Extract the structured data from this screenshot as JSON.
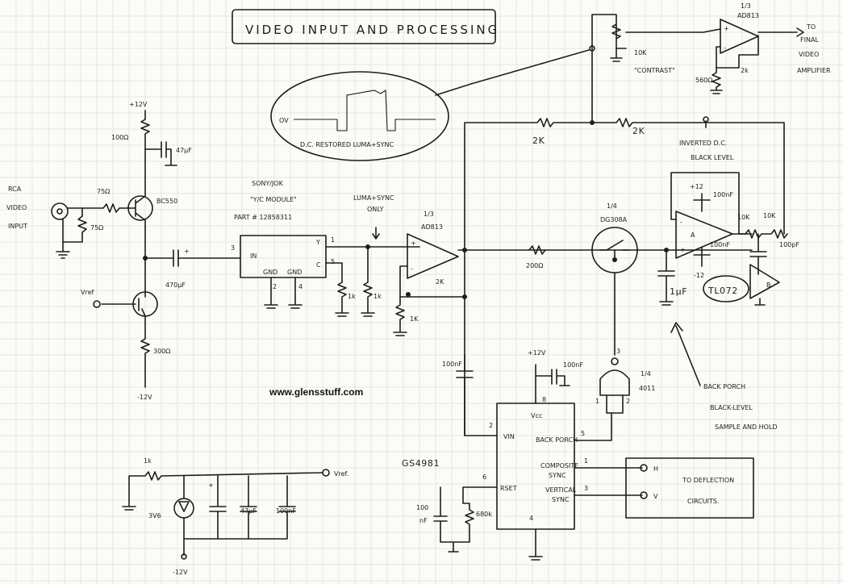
{
  "title": "VIDEO INPUT AND PROCESSING",
  "website": "www.glensstuff.com",
  "input": {
    "label_line1": "RCA",
    "label_line2": "VIDEO",
    "label_line3": "INPUT",
    "r_series": "75Ω",
    "r_shunt": "75Ω"
  },
  "supply": {
    "pos": "+12V",
    "neg": "-12V",
    "pos2": "+12V",
    "neg2": "-12V",
    "neg3": "-12V"
  },
  "q1": {
    "part": "BC550",
    "r_collector": "100Ω",
    "c_bypass": "47μF"
  },
  "q2": {
    "vref": "Vref",
    "r_emitter": "300Ω"
  },
  "coupling_cap": "470μF",
  "yc_module": {
    "title1": "SONY/JOK",
    "title2": "\"Y/C MODULE\"",
    "part": "PART # 12858311",
    "pin_in": "IN",
    "pin_y": "Y",
    "pin_c": "C",
    "pin_gnd1": "GND",
    "pin_gnd2": "GND",
    "n1": "1",
    "n2": "2",
    "n3": "3",
    "n4": "4",
    "n5": "5",
    "r1": "1k",
    "r2": "1k"
  },
  "luma_note": {
    "line1": "LUMA+SYNC",
    "line2": "ONLY"
  },
  "op1": {
    "label1": "1/3",
    "label2": "AD813",
    "rf": "2K",
    "rg": "1K"
  },
  "bubble": {
    "ov": "OV",
    "caption": "D.C. RESTORED LUMA+SYNC"
  },
  "feedback": {
    "r_a": "2K",
    "r_b": "2K"
  },
  "contrast": {
    "pot": "10K",
    "name": "\"CONTRAST\"",
    "op_l1": "1/3",
    "op_l2": "AD813",
    "r_ground": "560Ω",
    "r_fb": "2k"
  },
  "final": {
    "l1": "TO",
    "l2": "FINAL",
    "l3": "VIDEO",
    "l4": "AMPLIFIER"
  },
  "switch": {
    "l1": "1/4",
    "l2": "DG308A",
    "r_series": "200Ω"
  },
  "hold_cap": "1μF",
  "op2": {
    "part": "TL072",
    "c_pos": "100nF",
    "c_neg": "100nF",
    "vp": "+12",
    "vn": "-12",
    "a": "A",
    "b": "B"
  },
  "inverted": {
    "l1": "INVERTED D.C.",
    "l2": "BLACK LEVEL"
  },
  "rc": {
    "r1": "10K",
    "r2": "10K",
    "c": "100pF"
  },
  "gs": {
    "part": "GS4981",
    "vin": "VIN",
    "vcc": "Vcc",
    "rset": "RSET",
    "bp": "BACK PORCH",
    "cs1": "COMPOSITE",
    "cs2": "SYNC",
    "vs1": "VERTICAL",
    "vs2": "SYNC",
    "p1": "1",
    "p2": "2",
    "p3": "3",
    "p4": "4",
    "p5": "5",
    "p6": "6",
    "p8": "8",
    "c_in": "100nF",
    "c_vcc": "100nF",
    "vcc_supply": "+12V",
    "c_rset1": "100",
    "c_rset2": "nF",
    "r_rset": "680k"
  },
  "gate": {
    "l1": "1/4",
    "l2": "4011",
    "p1": "1",
    "p2": "2",
    "p3": "3"
  },
  "deflection": {
    "h": "H",
    "v": "V",
    "l1": "TO DEFLECTION",
    "l2": "CIRCUITS."
  },
  "backporch_note": {
    "l1": "BACK PORCH",
    "l2": "BLACK-LEVEL",
    "l3": "SAMPLE AND HOLD"
  },
  "vref_circuit": {
    "r": "1k",
    "diode": "3V6",
    "c1": "47μF",
    "c2": "100nF",
    "out": "Vref.",
    "neg": "-12V"
  }
}
